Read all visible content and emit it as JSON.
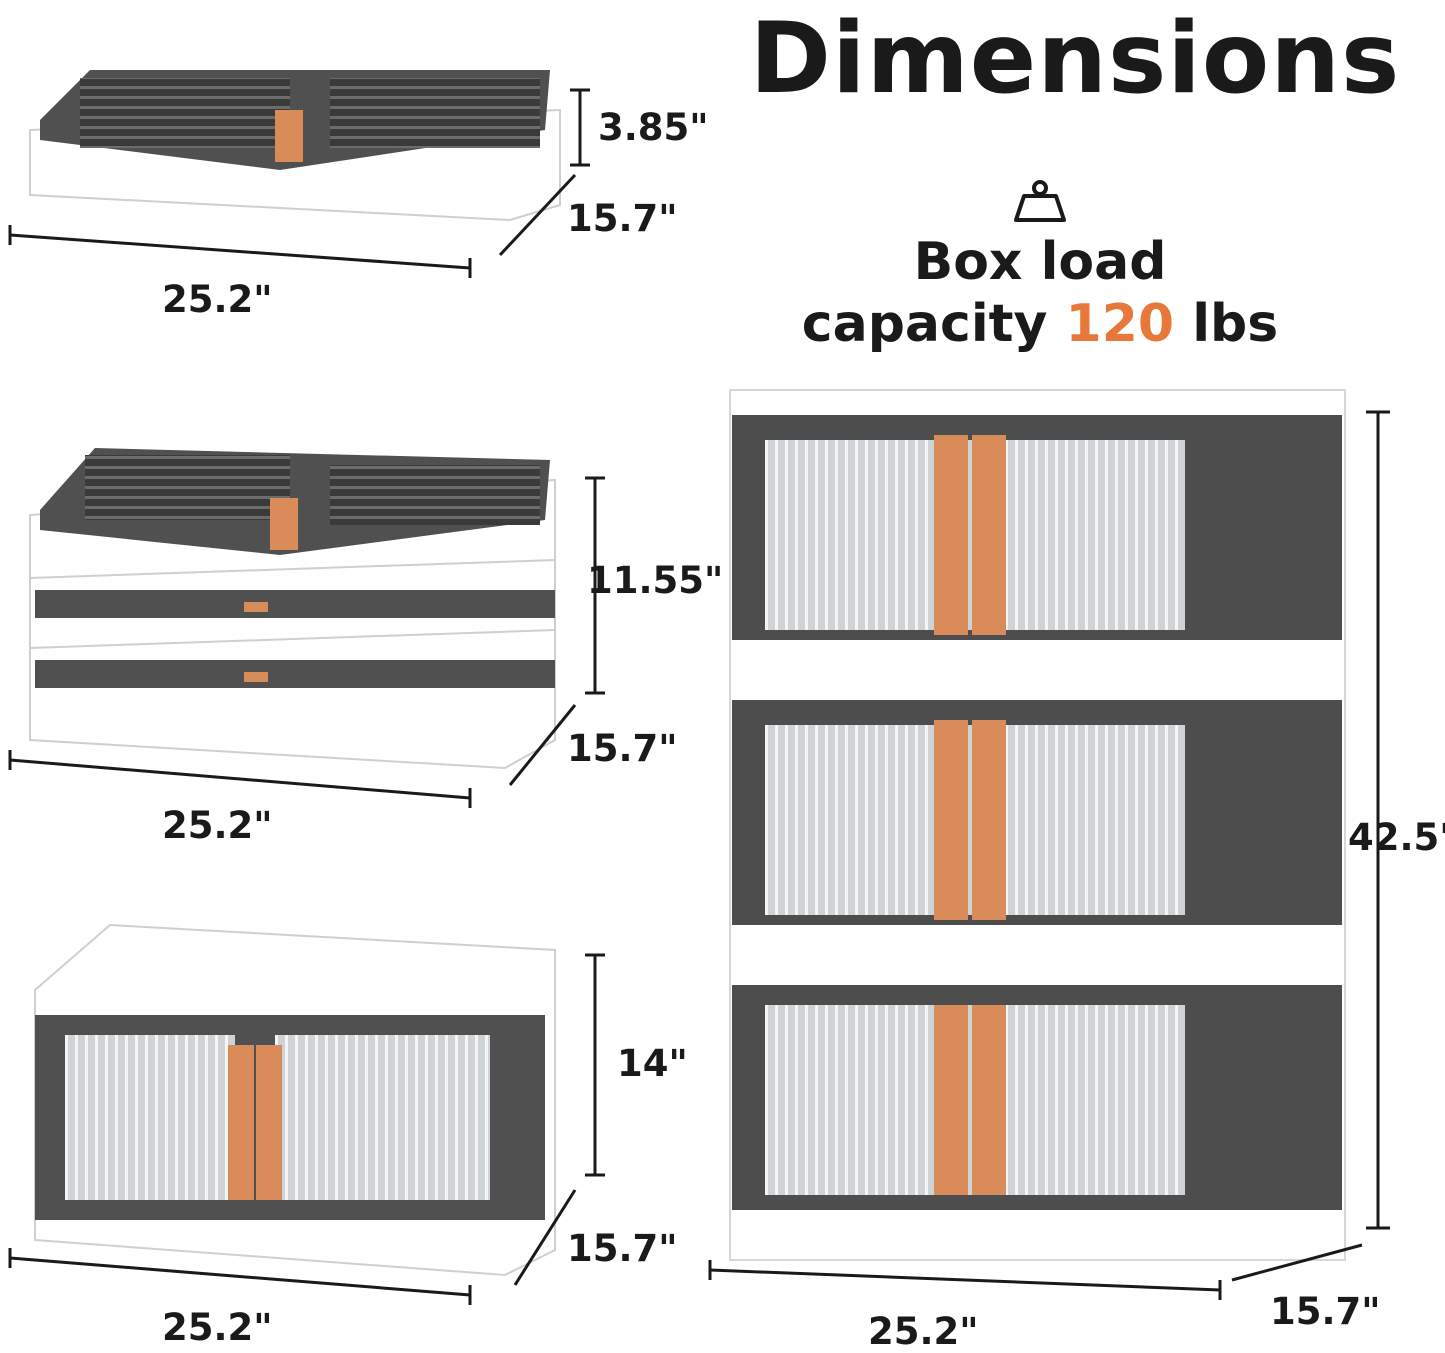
{
  "title": "Dimensions",
  "load": {
    "line1": "Box load",
    "line2_prefix": "capacity",
    "value": "120",
    "unit": "lbs",
    "icon": "weight-icon"
  },
  "colors": {
    "accent": "#e8773a",
    "panel": "#4a4a4a",
    "handle": "#d98b5a"
  },
  "folded_box": {
    "height": "3.85\"",
    "depth": "15.7\"",
    "width": "25.2\""
  },
  "three_folded": {
    "height": "11.55\"",
    "depth": "15.7\"",
    "width": "25.2\""
  },
  "single_box": {
    "height": "14\"",
    "depth": "15.7\"",
    "width": "25.2\""
  },
  "stack": {
    "height": "42.5\"",
    "width": "25.2\"",
    "depth": "15.7\""
  }
}
